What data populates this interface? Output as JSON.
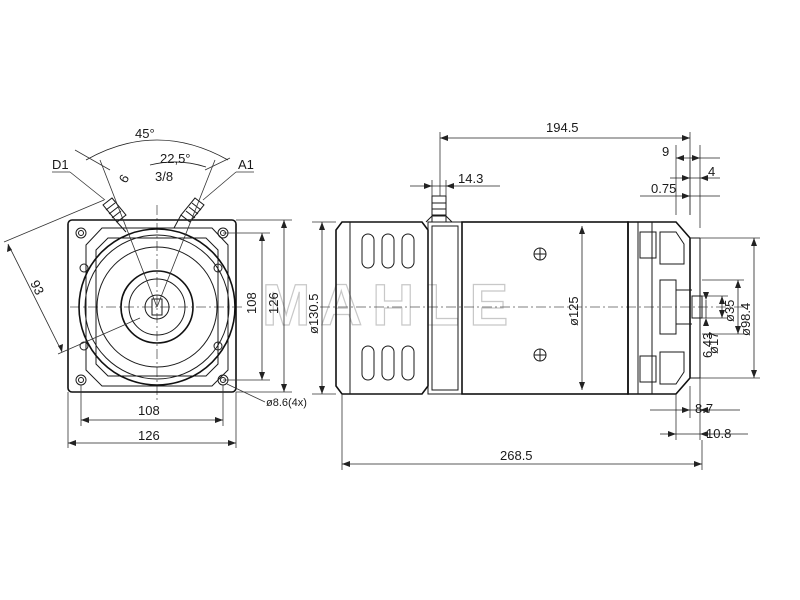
{
  "watermark": "MAHLE",
  "front_view": {
    "angle_45": "45°",
    "angle_22_5": "22,5°",
    "thread_3_8": "3/8",
    "dim_6": "6",
    "label_d1": "D1",
    "label_a1": "A1",
    "dim_93": "93",
    "dim_108_v": "108",
    "dim_126_v": "126",
    "dim_108_h": "108",
    "dim_126_h": "126",
    "hole_dia": "ø8.6(4x)"
  },
  "side_view": {
    "dim_194_5": "194.5",
    "dim_14_3": "14.3",
    "dim_9": "9",
    "dim_4": "4",
    "dim_0_75": "0.75",
    "dia_130_5": "ø130.5",
    "dia_125": "ø125",
    "dim_6_43": "6.43",
    "dia_17": "ø17",
    "dia_35": "ø35",
    "dia_98_4": "ø98.4",
    "dim_8_7": "8.7",
    "dim_10_8": "10.8",
    "dim_268_5": "268.5"
  }
}
